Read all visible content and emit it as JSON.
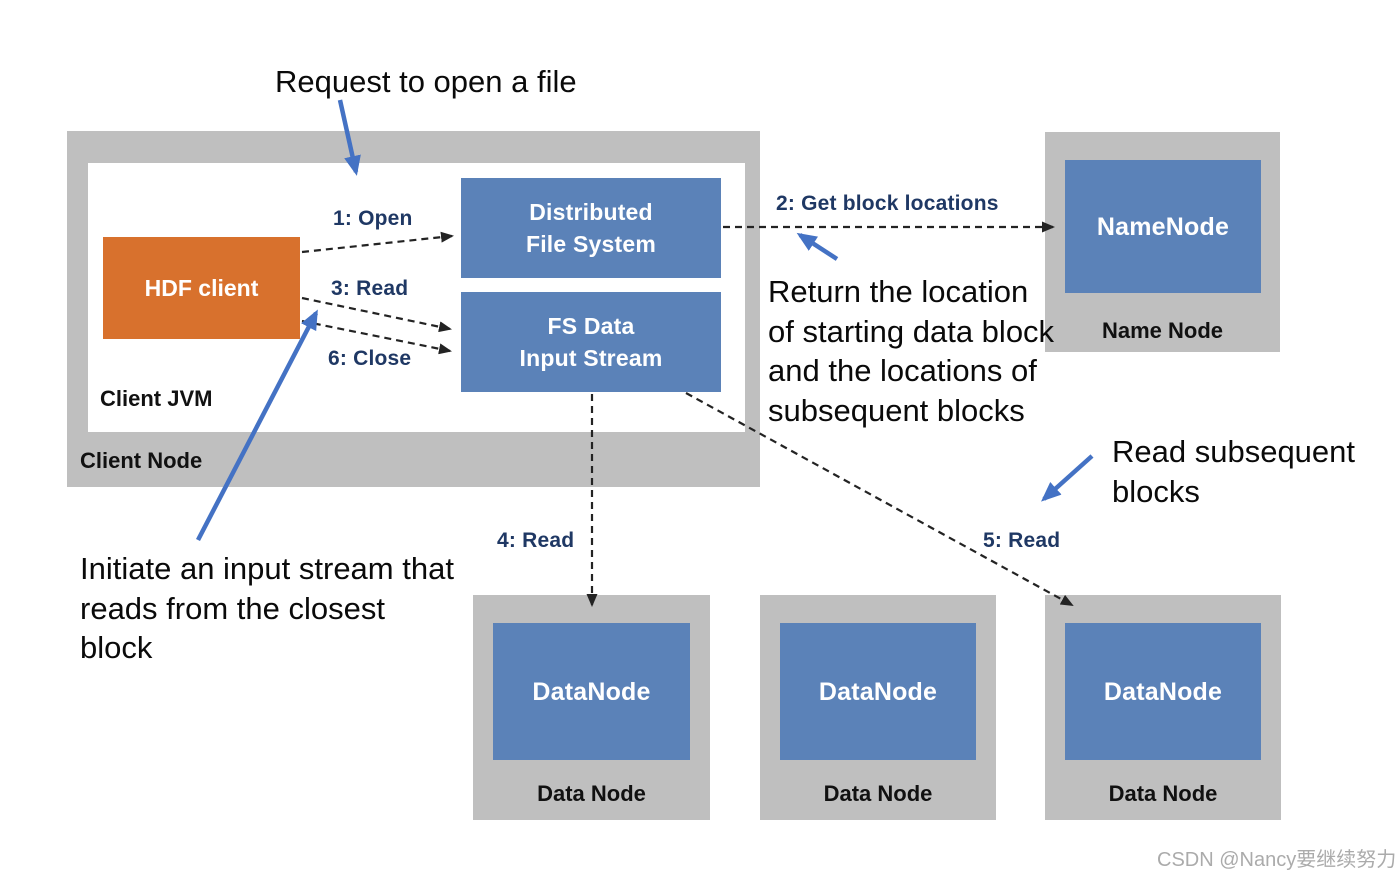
{
  "annotations": {
    "request_open": "Request to open a file",
    "return_location_lines": [
      "Return the location",
      "of starting data block",
      "and the locations of",
      "subsequent blocks"
    ],
    "read_subsequent_lines": [
      "Read subsequent",
      "blocks"
    ],
    "initiate_stream_lines": [
      "Initiate an input stream that",
      "reads from the closest",
      "block"
    ]
  },
  "client_node": {
    "label": "Client Node",
    "jvm_label": "Client JVM",
    "hdf_client_label": "HDF client",
    "dfs_line1": "Distributed",
    "dfs_line2": "File System",
    "fsdis_line1": "FS Data",
    "fsdis_line2": "Input Stream"
  },
  "name_node": {
    "box_label": "NameNode",
    "caption": "Name Node"
  },
  "data_nodes": [
    {
      "box_label": "DataNode",
      "caption": "Data Node"
    },
    {
      "box_label": "DataNode",
      "caption": "Data Node"
    },
    {
      "box_label": "DataNode",
      "caption": "Data Node"
    }
  ],
  "steps": {
    "open": "1: Open",
    "get_block_locations": "2: Get block locations",
    "read3": "3: Read",
    "read4": "4: Read",
    "read5": "5: Read",
    "close": "6: Close"
  },
  "watermark": "CSDN @Nancy要继续努力",
  "colors": {
    "box_blue": "#5b82b8",
    "box_orange": "#d8712d",
    "container_gray": "#bfbfbf",
    "step_label_navy": "#1f3864",
    "arrow_blue": "#4472c4",
    "watermark_gray": "#ababab"
  }
}
